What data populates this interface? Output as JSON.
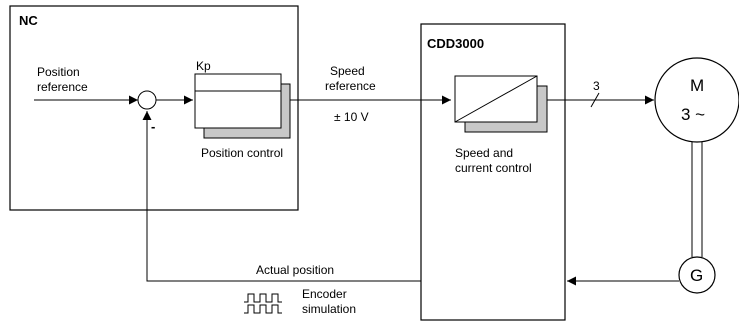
{
  "nc": {
    "title": "NC"
  },
  "position_reference": {
    "line1": "Position",
    "line2": "reference"
  },
  "minus_sign": "-",
  "position_controller": {
    "gain_label": "Kp",
    "caption": "Position control"
  },
  "speed_reference": {
    "line1": "Speed",
    "line2": "reference",
    "range": "± 10 V"
  },
  "drive": {
    "title": "CDD3000",
    "caption_line1": "Speed and",
    "caption_line2": "current control"
  },
  "phase_line": {
    "count": "3"
  },
  "motor": {
    "letter": "M",
    "phases": "3 ~"
  },
  "encoder": {
    "letter": "G"
  },
  "feedback": {
    "actual_position": "Actual position",
    "encoder_line1": "Encoder",
    "encoder_line2": "simulation"
  }
}
